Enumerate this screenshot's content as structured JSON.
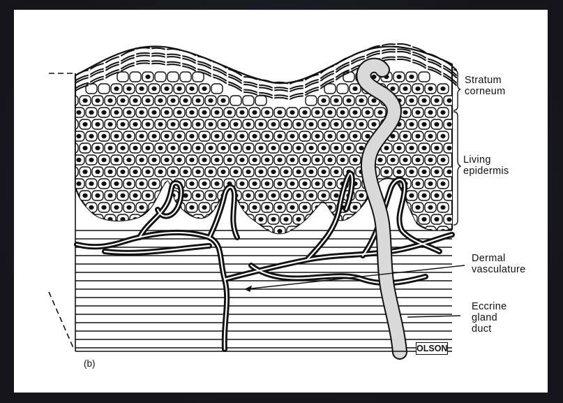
{
  "figure": {
    "panel_label": "(b)",
    "labels": {
      "stratum_corneum": "Stratum\ncorneum",
      "living_epidermis": "Living\nepidermis",
      "dermal_vasculature": "Dermal\nvasculature",
      "eccrine_gland_duct": "Eccrine\ngland\nduct"
    },
    "artist_signature": "OLSON"
  },
  "colors": {
    "background": "#1b1b22",
    "slide": "#ffffff",
    "ink": "#111111",
    "duct_fill": "#d9d9d9"
  }
}
